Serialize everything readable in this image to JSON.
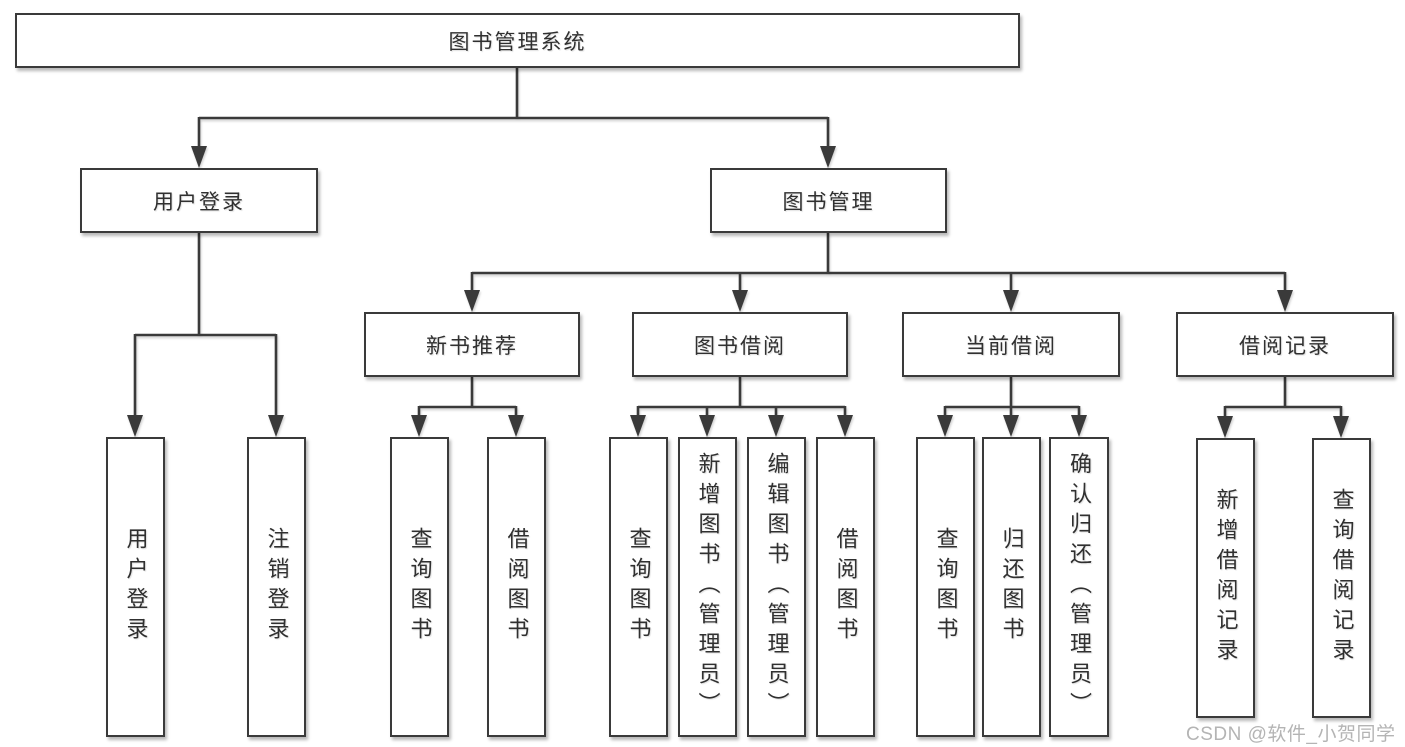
{
  "tree": {
    "root": {
      "label": "图书管理系统"
    },
    "branches": [
      {
        "label": "用户登录",
        "children": [
          {
            "label": "用户登录"
          },
          {
            "label": "注销登录"
          }
        ]
      },
      {
        "label": "图书管理",
        "children": [
          {
            "label": "新书推荐",
            "children": [
              {
                "label": "查询图书"
              },
              {
                "label": "借阅图书"
              }
            ]
          },
          {
            "label": "图书借阅",
            "children": [
              {
                "label": "查询图书"
              },
              {
                "label": "新增图书（管理员）"
              },
              {
                "label": "编辑图书（管理员）"
              },
              {
                "label": "借阅图书"
              }
            ]
          },
          {
            "label": "当前借阅",
            "children": [
              {
                "label": "查询图书"
              },
              {
                "label": "归还图书"
              },
              {
                "label": "确认归还（管理员）"
              }
            ]
          },
          {
            "label": "借阅记录",
            "children": [
              {
                "label": "新增借阅记录"
              },
              {
                "label": "查询借阅记录"
              }
            ]
          }
        ]
      }
    ]
  },
  "watermark": {
    "text": "CSDN @软件_小贺同学"
  },
  "colors": {
    "line": "#3a3a3a",
    "text": "#303030",
    "watermark": "#b4b4b4",
    "background": "#ffffff"
  }
}
